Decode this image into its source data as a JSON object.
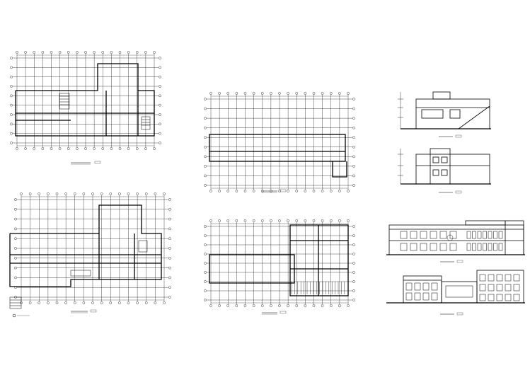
{
  "sheet": {
    "background": "#ffffff",
    "ink": "#000000"
  },
  "drawings": [
    {
      "id": "plan-1",
      "kind": "floor-plan",
      "title": "",
      "scale": ""
    },
    {
      "id": "plan-2",
      "kind": "floor-plan",
      "title": "",
      "scale": ""
    },
    {
      "id": "plan-3",
      "kind": "floor-plan",
      "title": "",
      "scale": ""
    },
    {
      "id": "plan-4",
      "kind": "floor-plan",
      "title": "",
      "scale": ""
    },
    {
      "id": "elev-1",
      "kind": "side-elevation",
      "title": "",
      "scale": ""
    },
    {
      "id": "elev-2",
      "kind": "side-elevation",
      "title": "",
      "scale": ""
    },
    {
      "id": "elev-3",
      "kind": "front-elevation",
      "title": "",
      "scale": ""
    },
    {
      "id": "elev-4",
      "kind": "rear-elevation",
      "title": "",
      "scale": ""
    }
  ]
}
